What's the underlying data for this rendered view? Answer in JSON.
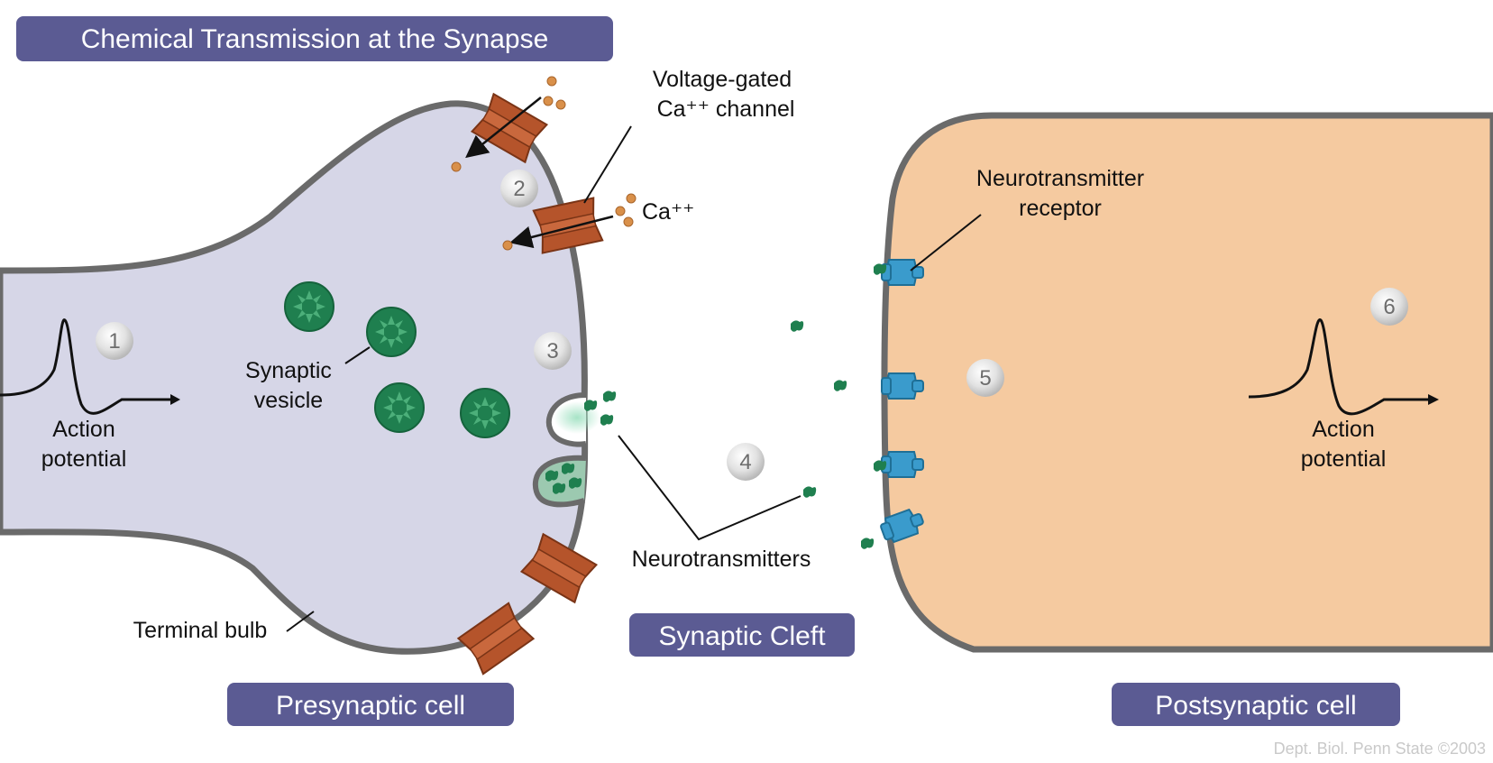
{
  "title": "Chemical Transmission at the Synapse",
  "labels": {
    "voltage_gated_line1": "Voltage-gated",
    "voltage_gated_line2": "Ca⁺⁺ channel",
    "ca_ions": "Ca⁺⁺",
    "synaptic_vesicle_line1": "Synaptic",
    "synaptic_vesicle_line2": "vesicle",
    "action_potential_line1": "Action",
    "action_potential_line2": "potential",
    "neurotransmitter_receptor_line1": "Neurotransmitter",
    "neurotransmitter_receptor_line2": "receptor",
    "neurotransmitters": "Neurotransmitters",
    "terminal_bulb": "Terminal bulb"
  },
  "steps": [
    "1",
    "2",
    "3",
    "4",
    "5",
    "6"
  ],
  "regions": {
    "presynaptic": "Presynaptic cell",
    "cleft": "Synaptic Cleft",
    "postsynaptic": "Postsynaptic cell"
  },
  "credit": "Dept. Biol. Penn State ©2003",
  "colors": {
    "banner": "#5b5b93",
    "presynaptic_fill": "#d6d6e7",
    "postsynaptic_fill": "#f5caa0",
    "membrane": "#6a6a6a",
    "channel": "#b5542b",
    "vesicle": "#1f7f4f",
    "receptor": "#3a9bcc",
    "calcium": "#d9904a"
  }
}
